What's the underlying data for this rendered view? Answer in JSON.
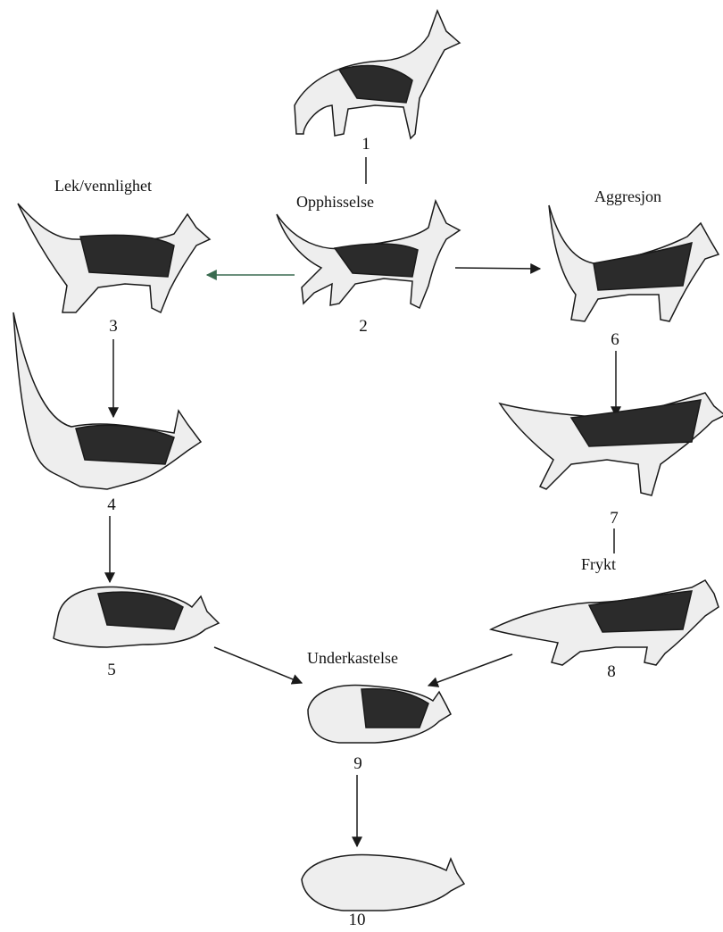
{
  "labels": {
    "excitement": "Opphisselse",
    "play": "Lek/vennlighet",
    "aggression": "Aggresjon",
    "fear": "Frykt",
    "submission": "Underkastelse"
  },
  "numbers": [
    "1",
    "2",
    "3",
    "4",
    "5",
    "6",
    "7",
    "8",
    "9",
    "10"
  ],
  "colors": {
    "ink": "#1a1a1a",
    "fur_dark": "#2b2b2b",
    "fur_light": "#e8e8e8",
    "arrow_green": "#3a6b50"
  },
  "icons": [
    "dog-illustration",
    "arrow"
  ]
}
